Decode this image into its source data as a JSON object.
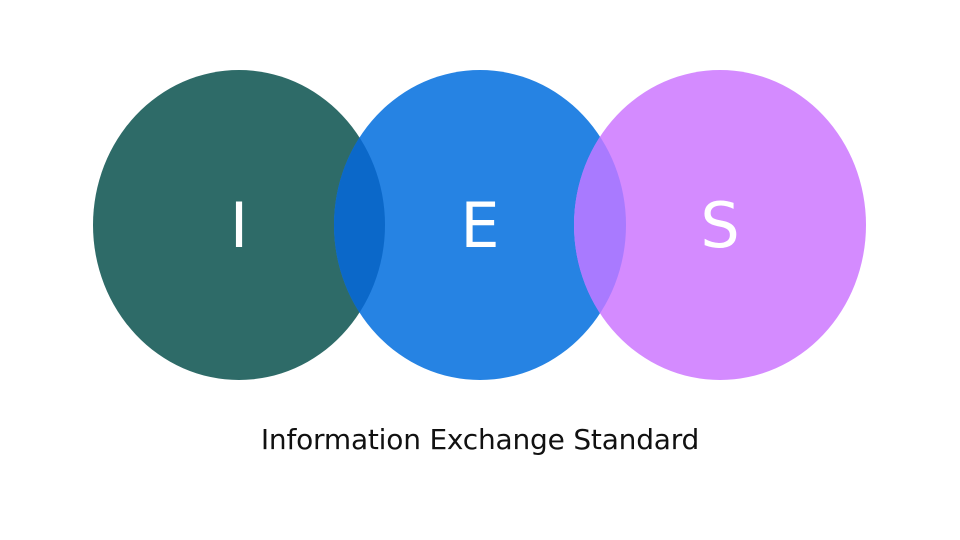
{
  "logo": {
    "circles": [
      {
        "letter": "I",
        "color": "#2e6b68"
      },
      {
        "letter": "E",
        "color": "#2683e3"
      },
      {
        "letter": "S",
        "color": "#d48bff"
      }
    ],
    "overlap_colors": [
      "#0b68c9",
      "#a97aff"
    ]
  },
  "caption": "Information Exchange Standard"
}
